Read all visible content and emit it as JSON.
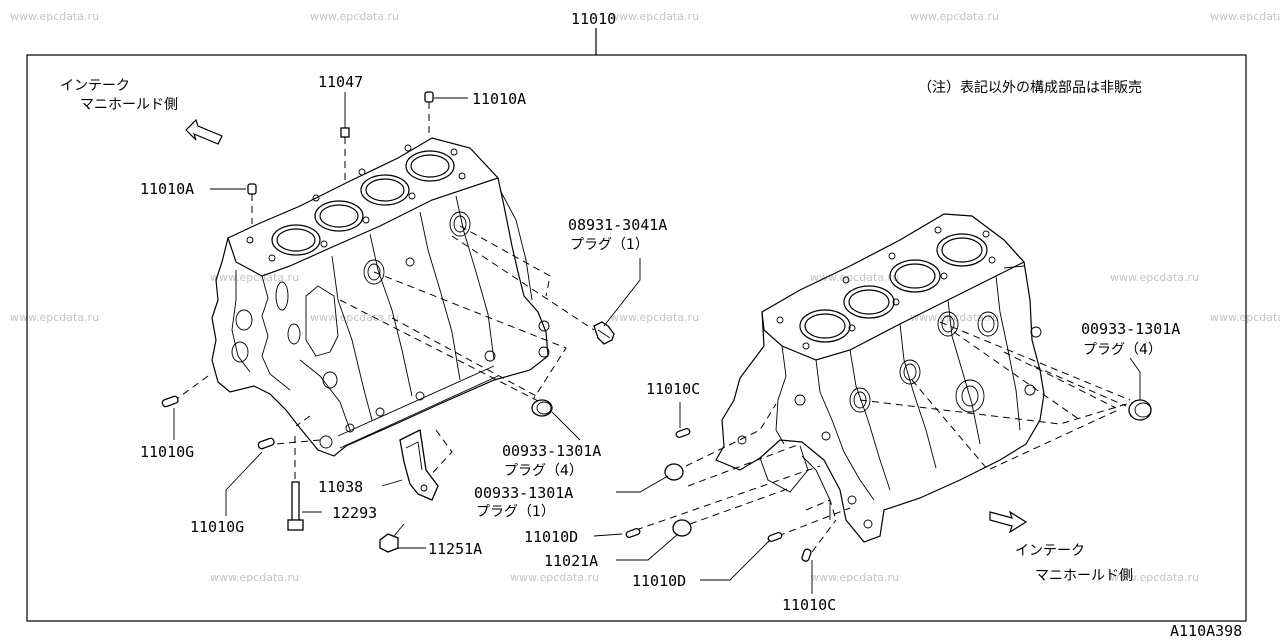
{
  "main_part_no": "11010",
  "note": "（注）表記以外の構成部品は非販売",
  "direction_label_left": {
    "line1": "インテーク",
    "line2": "マニホールド側"
  },
  "direction_label_right": {
    "line1": "インテーク",
    "line2": "マニホールド側"
  },
  "callouts": {
    "c11047": "11047",
    "c11010A_top": "11010A",
    "c11010A_left": "11010A",
    "c08931": "08931-3041A",
    "c08931_sub": "プラグ（1）",
    "c00933_right": "00933-1301A",
    "c00933_right_sub": "プラグ（4）",
    "c11010C_upper": "11010C",
    "c11010G_upper": "11010G",
    "c00933_mid": "00933-1301A",
    "c00933_mid_sub": "プラグ（4）",
    "c11038": "11038",
    "c00933_low": "00933-1301A",
    "c00933_low_sub": "プラグ（1）",
    "c12293": "12293",
    "c11010G_lower": "11010G",
    "c11010D_upper": "11010D",
    "c11021A": "11021A",
    "c11251A": "11251A",
    "c11010D_lower": "11010D",
    "c11010C_lower": "11010C"
  },
  "diagram_code": "A110A398",
  "watermark": "www.epcdata.ru",
  "icons": [
    "arrow-upleft-icon",
    "arrow-downright-icon"
  ]
}
